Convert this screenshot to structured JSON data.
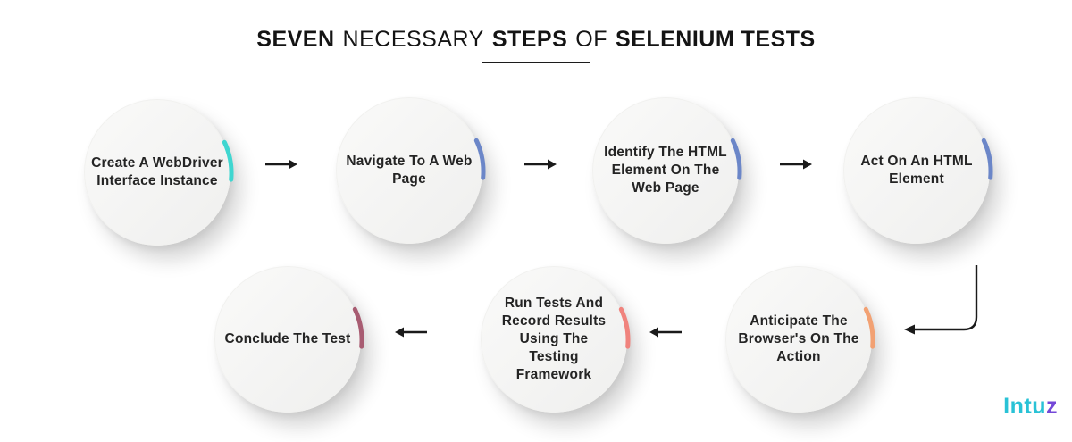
{
  "title": {
    "segments": [
      {
        "text": "SEVEN",
        "weight": "bold"
      },
      {
        "text": "NECESSARY",
        "weight": "regular"
      },
      {
        "text": "STEPS",
        "weight": "bold"
      },
      {
        "text": "OF",
        "weight": "regular"
      },
      {
        "text": "SELENIUM TESTS",
        "weight": "bold"
      }
    ]
  },
  "steps": [
    {
      "id": 1,
      "label": "Create A WebDriver Interface Instance",
      "accent_color": "#3fd6d0"
    },
    {
      "id": 2,
      "label": "Navigate To A Web Page",
      "accent_color": "#6b86c8"
    },
    {
      "id": 3,
      "label": "Identify The HTML Element On The Web Page",
      "accent_color": "#6b86c8"
    },
    {
      "id": 4,
      "label": "Act On An HTML Element",
      "accent_color": "#6b86c8"
    },
    {
      "id": 5,
      "label": "Anticipate The Browser's On The Action",
      "accent_color": "#f2a173"
    },
    {
      "id": 6,
      "label": "Run Tests And Record Results Using The Testing Framework",
      "accent_color": "#f0837d"
    },
    {
      "id": 7,
      "label": "Conclude The Test",
      "accent_color": "#a85c72"
    }
  ],
  "arrow_color": "#1a1a1a",
  "logo": {
    "text_primary": "Intu",
    "text_secondary": "z",
    "color_primary": "#29c2d6",
    "color_secondary": "#7448d8"
  }
}
